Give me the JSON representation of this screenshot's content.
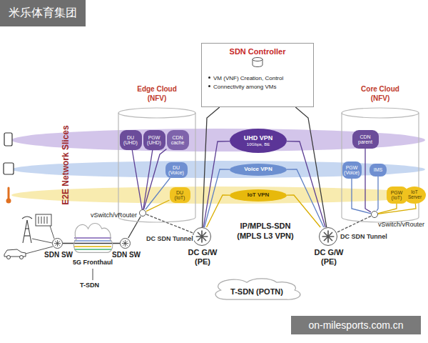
{
  "diagram": {
    "nodes": [
      {
        "text": [
          "SDN Controller",
          "VM (VNF) Creation, Control",
          "Connectivity among VMs"
        ]
      },
      {
        "text": [
          "Edge Cloud (NFV)"
        ]
      },
      {
        "text": [
          "DU (UHD)"
        ],
        "in": 1
      },
      {
        "text": [
          "PGW (UHD)"
        ],
        "in": 1
      },
      {
        "text": [
          "CDN cache"
        ],
        "in": 1
      },
      {
        "text": [
          "DU (Voice)"
        ],
        "in": 1
      },
      {
        "text": [
          "DU (IoT)"
        ],
        "in": 1
      },
      {
        "text": [
          "UHD VPN",
          "10Gbps, BE"
        ]
      },
      {
        "text": [
          "Voice VPN"
        ]
      },
      {
        "text": [
          "IoT VPN"
        ]
      },
      {
        "text": [
          "Core Cloud (NFV)"
        ]
      },
      {
        "text": [
          "CDN parent"
        ],
        "in": 10
      },
      {
        "text": [
          "PGW (Voice)"
        ],
        "in": 10
      },
      {
        "text": [
          "IMS"
        ],
        "in": 10
      },
      {
        "text": [
          "PGW (IoT)"
        ],
        "in": 10
      },
      {
        "text": [
          "IoT Server"
        ],
        "in": 10
      },
      {
        "text": [
          "vSwitch/vRouter"
        ],
        "in": 1
      },
      {
        "text": [
          "vSwitch/vRouter"
        ],
        "in": 10
      },
      {
        "text": [
          "DC G/W (PE)"
        ]
      },
      {
        "text": [
          "DC G/W (PE)"
        ]
      },
      {
        "text": [
          "SDN SW"
        ]
      },
      {
        "text": [
          "SDN SW"
        ]
      },
      {
        "text": [
          "5G Fronthaul"
        ]
      },
      {
        "text": [
          "T-SDN (POTN)"
        ]
      }
    ],
    "edges": [
      {
        "from": 2,
        "to": 16,
        "arrow": "none"
      },
      {
        "from": 3,
        "to": 16,
        "arrow": "none"
      },
      {
        "from": 4,
        "to": 16,
        "arrow": "none"
      },
      {
        "from": 5,
        "to": 16,
        "arrow": "none"
      },
      {
        "from": 6,
        "to": 16,
        "arrow": "none"
      },
      {
        "from": 16,
        "to": 18,
        "label": "DC SDN Tunnel",
        "arrow": "none"
      },
      {
        "from": 18,
        "to": 7,
        "arrow": "none"
      },
      {
        "from": 18,
        "to": 8,
        "arrow": "none"
      },
      {
        "from": 18,
        "to": 9,
        "arrow": "none"
      },
      {
        "from": 19,
        "to": 7,
        "arrow": "none"
      },
      {
        "from": 19,
        "to": 8,
        "arrow": "none"
      },
      {
        "from": 19,
        "to": 9,
        "arrow": "none"
      },
      {
        "from": 19,
        "to": 17,
        "label": "DC SDN Tunnel",
        "arrow": "none"
      },
      {
        "from": 17,
        "to": 11,
        "arrow": "none"
      },
      {
        "from": 17,
        "to": 12,
        "arrow": "none"
      },
      {
        "from": 17,
        "to": 13,
        "arrow": "none"
      },
      {
        "from": 17,
        "to": 14,
        "arrow": "none"
      },
      {
        "from": 17,
        "to": 15,
        "arrow": "none"
      },
      {
        "from": 20,
        "to": 21,
        "arrow": "none"
      },
      {
        "from": 21,
        "to": 16,
        "arrow": "none"
      },
      {
        "from": 0,
        "to": 18,
        "arrow": "none"
      },
      {
        "from": 0,
        "to": 19,
        "arrow": "none"
      }
    ],
    "labels": [
      "米乐体育集团",
      "E2E Network Slices",
      "IP/MPLS-SDN (MPLS L3 VPN)",
      "T-SDN",
      "on-milesports.com.cn"
    ]
  }
}
